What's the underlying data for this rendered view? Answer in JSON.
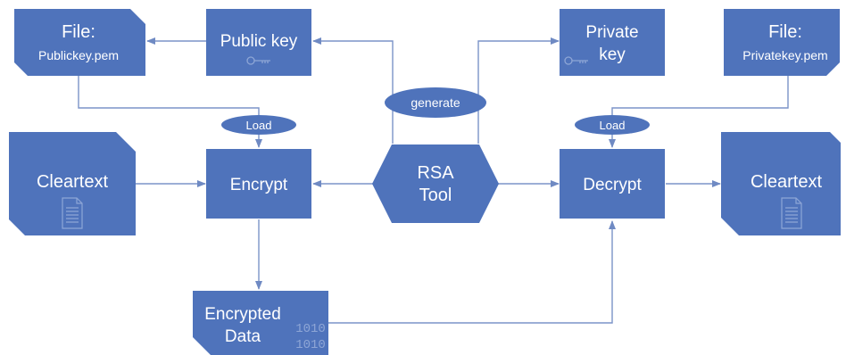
{
  "nodes": {
    "file_public": {
      "line1": "File:",
      "line2": "Publickey.pem"
    },
    "public_key": {
      "label": "Public key"
    },
    "private_key": {
      "line1": "Private",
      "line2": "key"
    },
    "file_private": {
      "line1": "File:",
      "line2": "Privatekey.pem"
    },
    "generate": {
      "label": "generate"
    },
    "load_left": {
      "label": "Load"
    },
    "load_right": {
      "label": "Load"
    },
    "cleartext_left": {
      "label": "Cleartext"
    },
    "encrypt": {
      "label": "Encrypt"
    },
    "rsa_tool": {
      "line1": "RSA",
      "line2": "Tool"
    },
    "decrypt": {
      "label": "Decrypt"
    },
    "cleartext_right": {
      "label": "Cleartext"
    },
    "encrypted_data": {
      "line1": "Encrypted",
      "line2": "Data",
      "binary1": "1010",
      "binary2": "1010"
    }
  },
  "colors": {
    "box": "#4f73bb",
    "arrow": "#7b93c8",
    "icon": "#8ea6d6"
  },
  "icons": [
    "key-icon",
    "document-icon",
    "binary-icon"
  ]
}
